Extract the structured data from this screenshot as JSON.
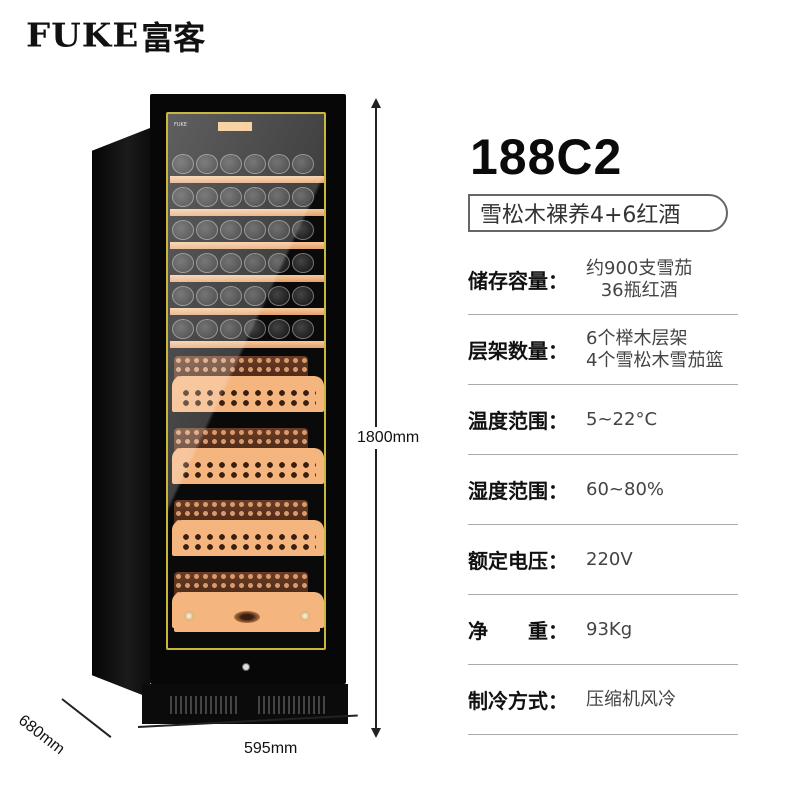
{
  "brand": {
    "latin": "FUKE",
    "chinese": "富客"
  },
  "product": {
    "model": "188C2",
    "subtitle": "雪松木裸养4+6红酒"
  },
  "dimensions": {
    "height": "1800mm",
    "width": "595mm",
    "depth": "680mm"
  },
  "specs": [
    {
      "label": "储存容量：",
      "value_lines": [
        "约900支雪茄",
        "36瓶红酒"
      ]
    },
    {
      "label": "层架数量：",
      "value_lines": [
        "6个榉木层架",
        "4个雪松木雪茄篮"
      ]
    },
    {
      "label": "温度范围：",
      "value_lines": [
        "5~22°C"
      ]
    },
    {
      "label": "湿度范围：",
      "value_lines": [
        "60~80%"
      ]
    },
    {
      "label": "额定电压：",
      "value_lines": [
        "220V"
      ]
    },
    {
      "label": "净　　重：",
      "value_lines": [
        "93Kg"
      ]
    },
    {
      "label": "制冷方式：",
      "value_lines": [
        "压缩机风冷"
      ]
    }
  ],
  "appliance": {
    "wine_shelves": 6,
    "cigar_drawers": 4,
    "colors": {
      "body": "#070707",
      "trim": "#c9b73a",
      "wood": "#f5b57f"
    }
  }
}
